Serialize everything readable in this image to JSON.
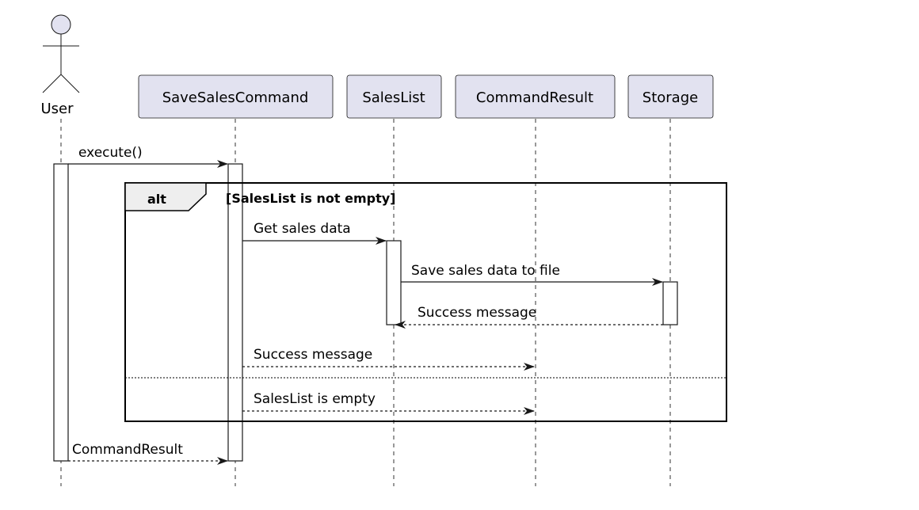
{
  "actor": {
    "name": "User"
  },
  "participants": [
    {
      "name": "SaveSalesCommand"
    },
    {
      "name": "SalesList"
    },
    {
      "name": "CommandResult"
    },
    {
      "name": "Storage"
    }
  ],
  "fragment": {
    "operator": "alt",
    "guard": "[SalesList is not empty]"
  },
  "messages": [
    {
      "from": "User",
      "to": "SaveSalesCommand",
      "label": "execute()",
      "kind": "sync"
    },
    {
      "from": "SaveSalesCommand",
      "to": "SalesList",
      "label": "Get sales data",
      "kind": "sync"
    },
    {
      "from": "SalesList",
      "to": "Storage",
      "label": "Save sales data to file",
      "kind": "sync"
    },
    {
      "from": "Storage",
      "to": "SalesList",
      "label": "Success message",
      "kind": "return"
    },
    {
      "from": "SaveSalesCommand",
      "to": "CommandResult",
      "label": "Success message",
      "kind": "return"
    },
    {
      "from": "SaveSalesCommand",
      "to": "CommandResult",
      "label": "SalesList is empty",
      "kind": "return"
    },
    {
      "from": "User",
      "to": "SaveSalesCommand",
      "label": "CommandResult",
      "kind": "return"
    }
  ],
  "colors": {
    "participant_fill": "#e2e2f0",
    "line": "#181818",
    "fragment_tab": "#eeeeee"
  }
}
